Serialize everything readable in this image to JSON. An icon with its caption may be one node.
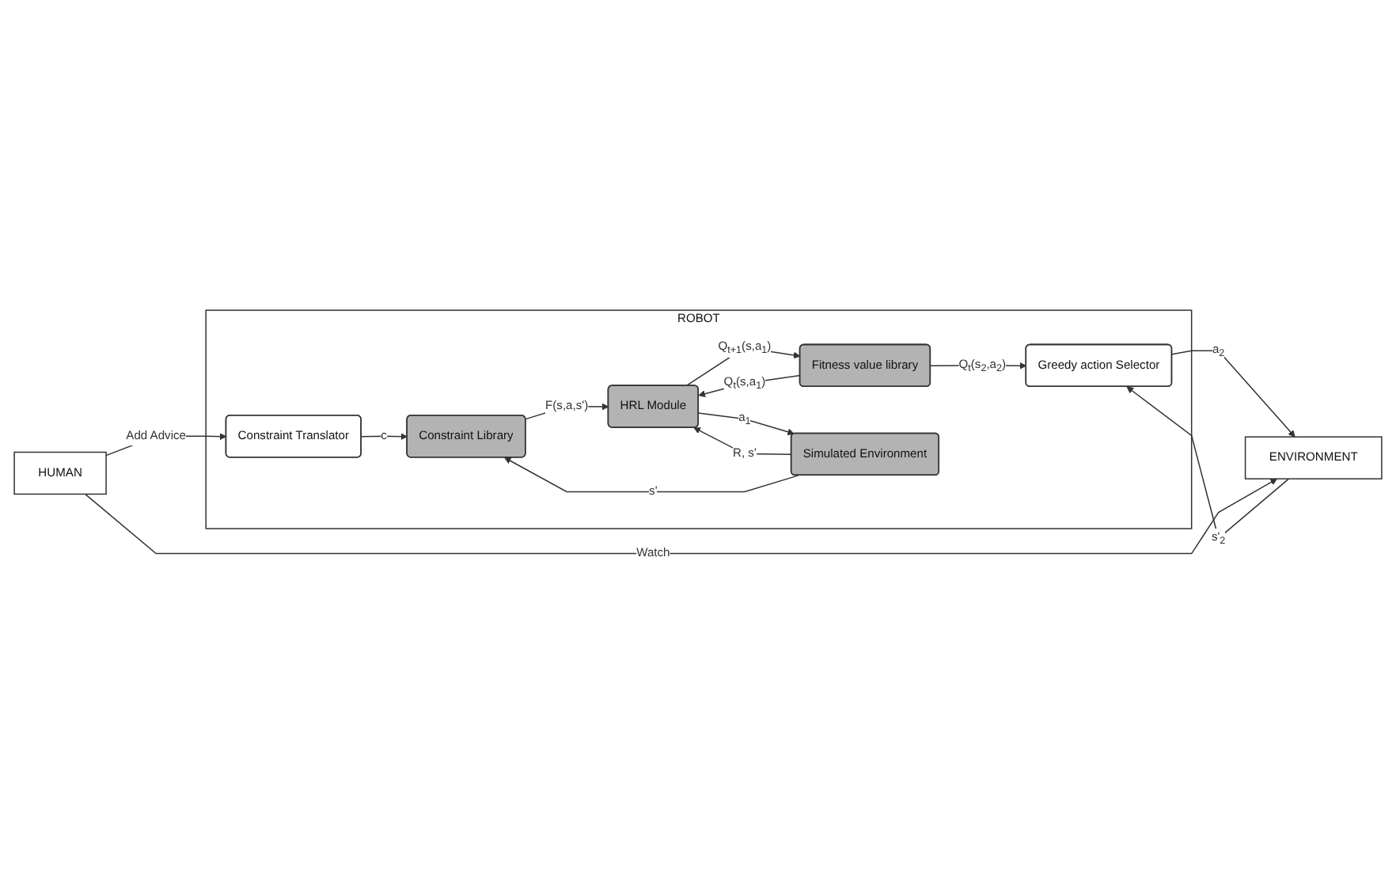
{
  "diagram": {
    "nodes": [
      {
        "text": [
          "ROBOT"
        ]
      },
      {
        "text": [
          "Fitness value library"
        ],
        "in": 0
      },
      {
        "text": [
          "HRL Module"
        ],
        "in": 0
      },
      {
        "text": [
          "Constraint Library"
        ],
        "in": 0
      },
      {
        "text": [
          "Greedy action Selector"
        ],
        "in": 0
      },
      {
        "text": [
          "Simulated Environment"
        ],
        "in": 0
      },
      {
        "text": [
          "Constraint Translator"
        ],
        "in": 0
      },
      {
        "text": [
          "ENVIRONMENT"
        ]
      },
      {
        "text": [
          "HUMAN"
        ]
      }
    ],
    "edges": [
      {
        "from": 1,
        "to": 2,
        "arrow": "to",
        "label": "Q$_{t}$(s,a$_{1}$)"
      },
      {
        "from": 2,
        "to": 1,
        "arrow": "to",
        "label": "Q$_{t+1}$(s,a$_{1}$)"
      },
      {
        "from": 3,
        "to": 2,
        "arrow": "to",
        "label": "F(s,a,s')"
      },
      {
        "from": 1,
        "to": 4,
        "arrow": "to",
        "label": "Q$_{t}$(s$_{2}$,a$_{2}$)"
      },
      {
        "from": 5,
        "to": 2,
        "arrow": "to",
        "label": "R, s'"
      },
      {
        "from": 2,
        "to": 5,
        "arrow": "to",
        "label": "a$_{1}$"
      },
      {
        "from": 5,
        "to": 3,
        "arrow": "to",
        "label": "s'"
      },
      {
        "from": 6,
        "to": 3,
        "arrow": "to",
        "label": "c"
      },
      {
        "from": 4,
        "to": 7,
        "arrow": "to",
        "label": "a$_{2}$"
      },
      {
        "from": 7,
        "to": 4,
        "arrow": "to",
        "label": "s'$_{2}$"
      },
      {
        "from": 8,
        "to": 6,
        "arrow": "to",
        "label": "Add Advice"
      },
      {
        "from": 8,
        "to": 7,
        "arrow": "to",
        "label": "Watch"
      }
    ]
  }
}
